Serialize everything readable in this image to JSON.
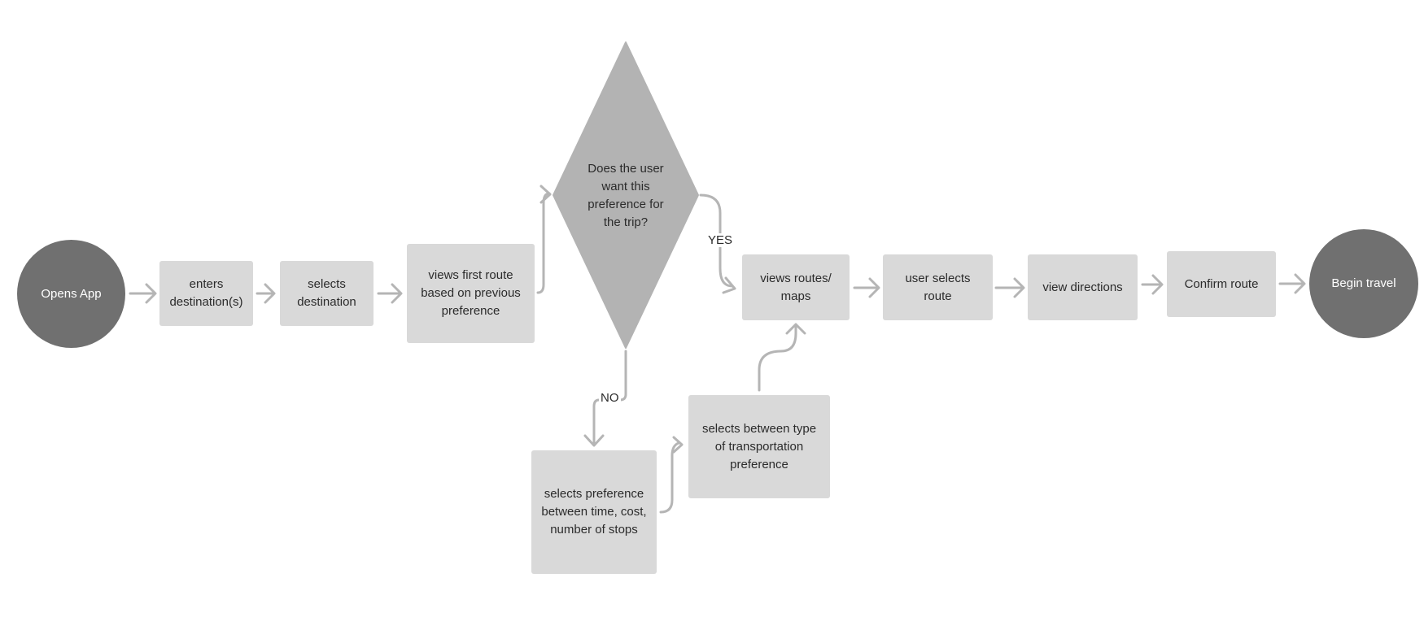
{
  "diagram": {
    "title": "",
    "nodes": {
      "opens_app": "Opens App",
      "enters_destination": "enters destination(s)",
      "selects_destination": "selects destination",
      "views_first_route": "views first route based on previous preference",
      "decision": "Does the user want this preference for the trip?",
      "views_routes_maps": "views routes/ maps",
      "user_selects_route": "user selects route",
      "view_directions": "view directions",
      "confirm_route": "Confirm route",
      "begin_travel": "Begin travel",
      "selects_preference": "selects preference between time, cost, number of stops",
      "selects_transportation": "selects between type of transportation preference"
    },
    "edge_labels": {
      "yes": "YES",
      "no": "NO"
    },
    "colors": {
      "terminal": "#707070",
      "process": "#d9d9d9",
      "decision": "#b3b3b3",
      "connector": "#b5b5b5",
      "text": "#2b2b2b"
    }
  }
}
